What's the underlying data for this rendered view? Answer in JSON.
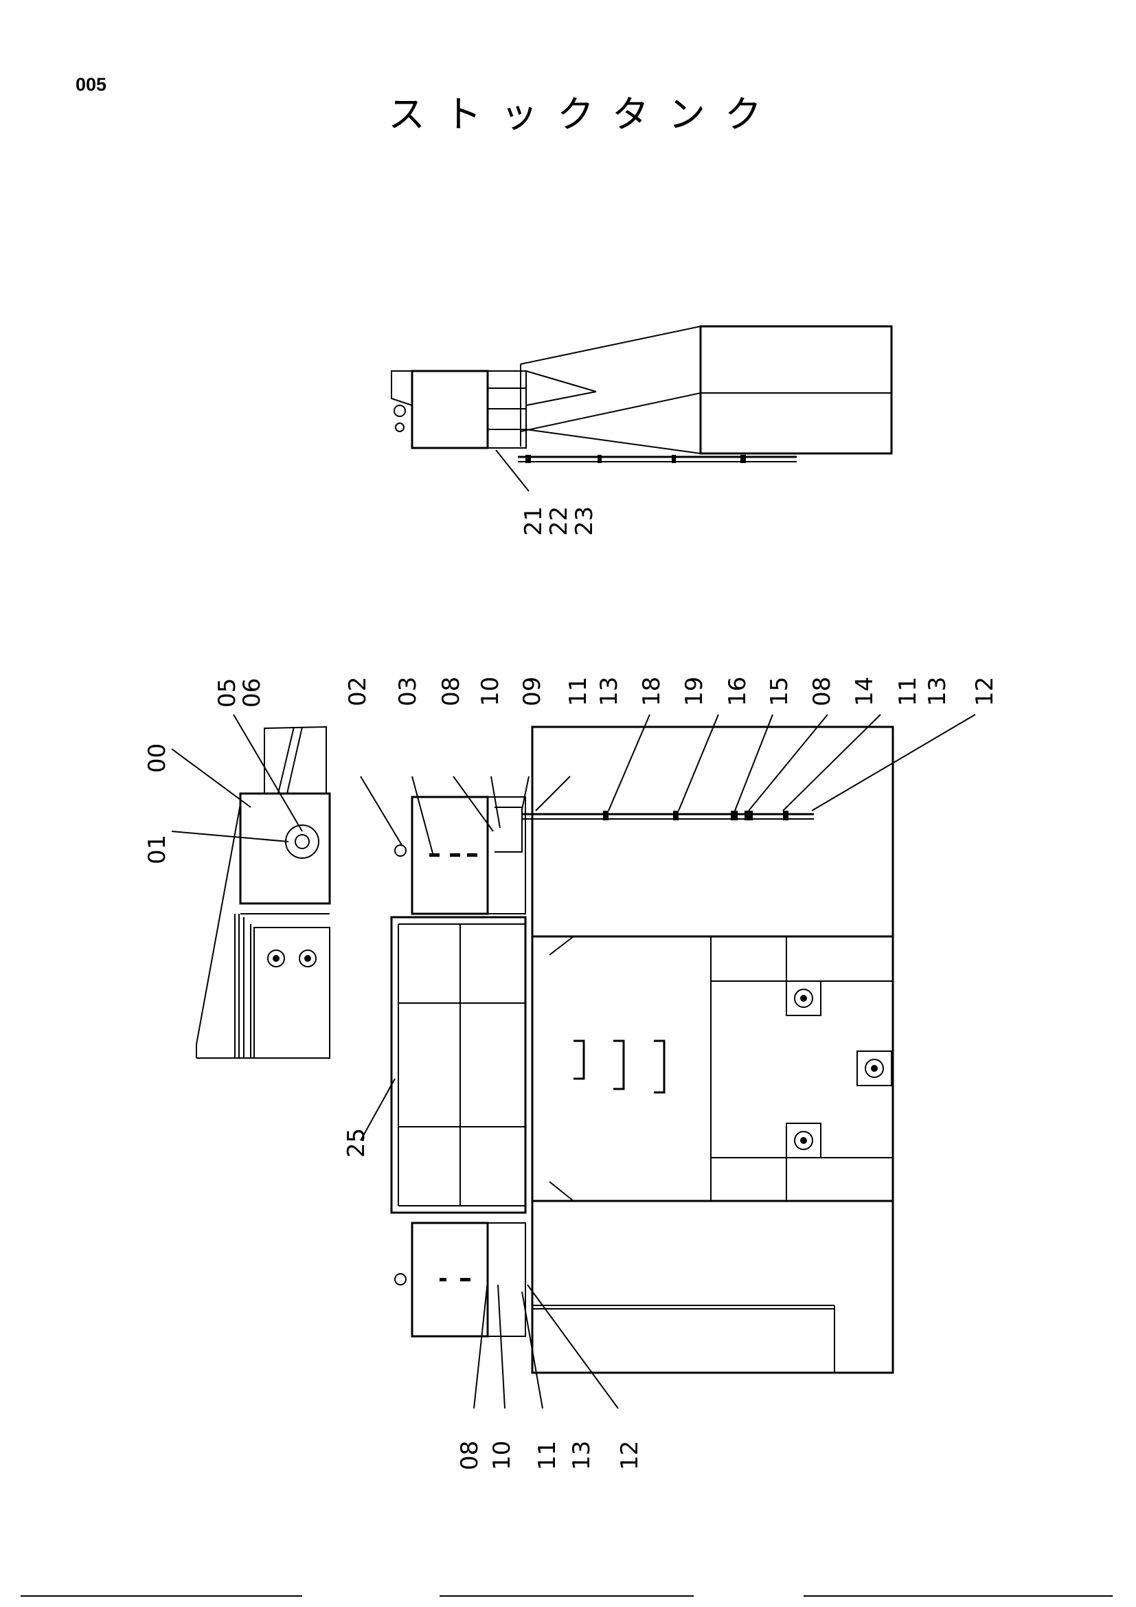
{
  "page_number": "005",
  "title": "ストックタンク",
  "views": {
    "top_view": {
      "callouts": [
        "21",
        "22",
        "23"
      ]
    },
    "side_view": {
      "callouts": [
        "05",
        "06",
        "00",
        "01"
      ]
    },
    "main_view": {
      "top_callouts": [
        "02",
        "03",
        "08",
        "10",
        "09",
        "11",
        "13",
        "18",
        "19",
        "16",
        "15",
        "08",
        "14",
        "11",
        "13",
        "12"
      ],
      "left_callouts": [
        "25"
      ],
      "bottom_callouts": [
        "08",
        "10",
        "11",
        "13",
        "12"
      ]
    }
  }
}
